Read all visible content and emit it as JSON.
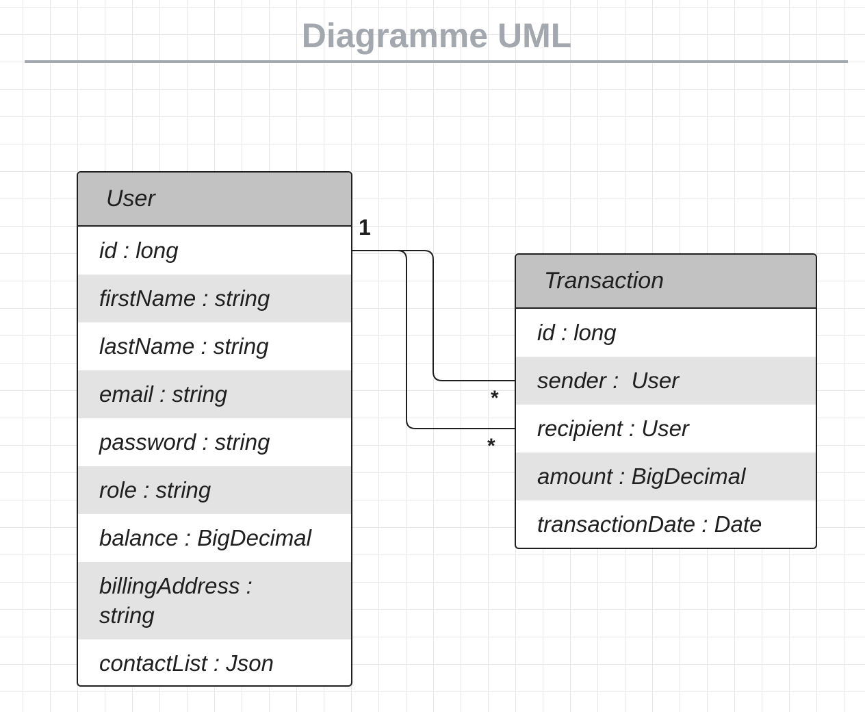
{
  "title": "Diagramme UML",
  "user_class": {
    "name": "User",
    "attributes": [
      "id : long",
      "firstName : string",
      "lastName : string",
      "email : string",
      "password : string",
      "role : string",
      "balance : BigDecimal",
      "billingAddress : string",
      "contactList : Json"
    ]
  },
  "transaction_class": {
    "name": "Transaction",
    "attributes": [
      "id : long",
      "sender :  User",
      "recipient : User",
      "amount : BigDecimal",
      "transactionDate : Date"
    ]
  },
  "associations": {
    "user_multiplicity": "1",
    "sender_multiplicity": "*",
    "recipient_multiplicity": "*"
  },
  "colors": {
    "title": "#a3a7ae",
    "header_fill": "#c2c2c2",
    "alt_row_fill": "#e3e3e3",
    "line": "#1f1f1f"
  }
}
